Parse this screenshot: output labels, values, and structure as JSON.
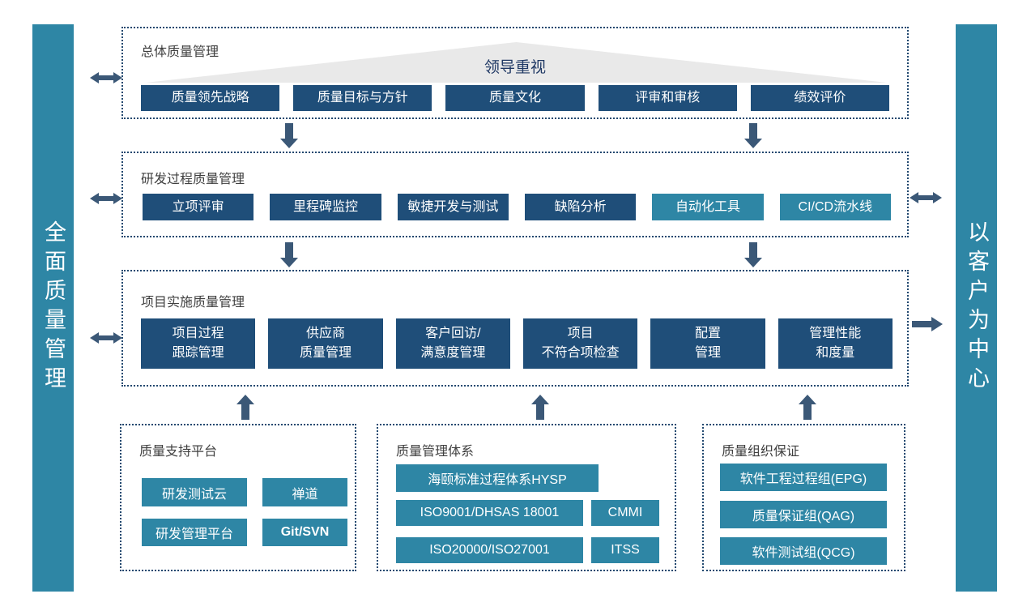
{
  "colors": {
    "navy": "#1f4e79",
    "teal": "#2e86a5",
    "arrow": "#3b5877",
    "dots": "#21486f",
    "ink": "#3f3f3f",
    "tri": "#e9e9e9",
    "trilabel": "#1f3864",
    "bg": "#ffffff"
  },
  "left_bar": {
    "text": "全面质量管理"
  },
  "right_bar": {
    "text": "以客户为中心"
  },
  "sections": [
    {
      "title": "总体质量管理",
      "triangle_label": "领导重视",
      "items": [
        "质量领先战略",
        "质量目标与方针",
        "质量文化",
        "评审和审核",
        "绩效评价"
      ]
    },
    {
      "title": "研发过程质量管理",
      "items": [
        {
          "label": "立项评审",
          "variant": "navy"
        },
        {
          "label": "里程碑监控",
          "variant": "navy"
        },
        {
          "label": "敏捷开发与测试",
          "variant": "navy"
        },
        {
          "label": "缺陷分析",
          "variant": "navy"
        },
        {
          "label": "自动化工具",
          "variant": "teal"
        },
        {
          "label": "CI/CD流水线",
          "variant": "teal"
        }
      ]
    },
    {
      "title": "项目实施质量管理",
      "items": [
        "项目过程\n跟踪管理",
        "供应商\n质量管理",
        "客户回访/\n满意度管理",
        "项目\n不符合项检查",
        "配置\n管理",
        "管理性能\n和度量"
      ]
    }
  ],
  "bottom_boxes": [
    {
      "title": "质量支持平台",
      "items": [
        "研发测试云",
        "禅道",
        "研发管理平台",
        "Git/SVN"
      ]
    },
    {
      "title": "质量管理体系",
      "header_item": "海颐标准过程体系HYSP",
      "rows": [
        [
          "ISO9001/DHSAS 18001",
          "CMMI"
        ],
        [
          "ISO20000/ISO27001",
          "ITSS"
        ]
      ]
    },
    {
      "title": "质量组织保证",
      "items": [
        "软件工程过程组(EPG)",
        "质量保证组(QAG)",
        "软件测试组(QCG)"
      ]
    }
  ]
}
